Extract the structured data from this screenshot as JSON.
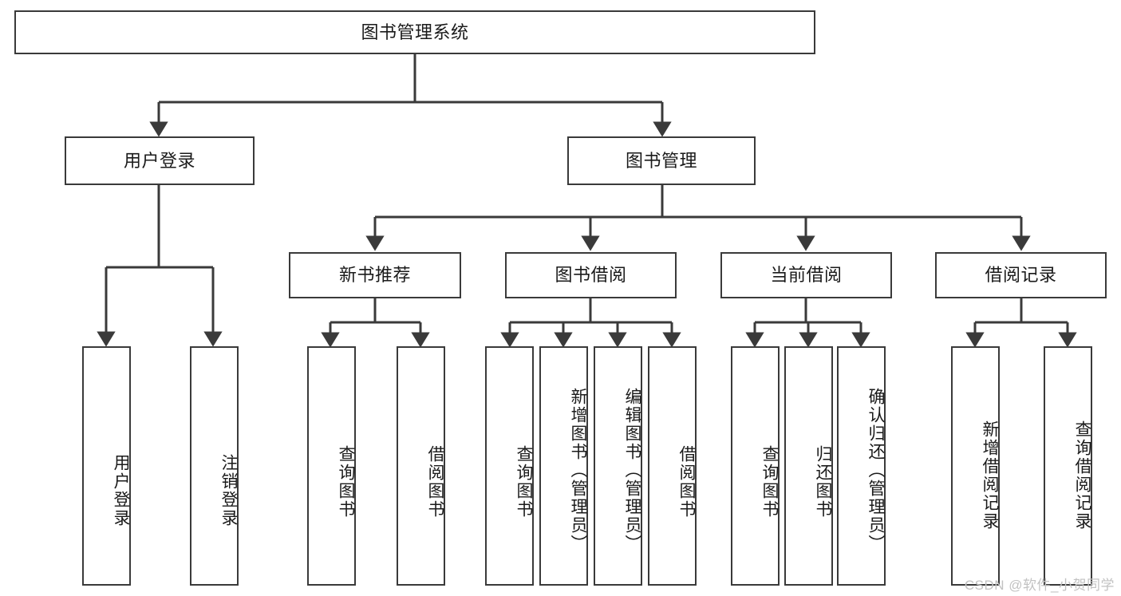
{
  "diagram": {
    "type": "tree-hierarchy-chart",
    "title": "图书管理系统",
    "watermark": "CSDN @软件_小贺同学",
    "line_color": "#3a3a3a",
    "box_fill": "#ffffff",
    "text_color": "#1a1a1a",
    "root": {
      "label": "图书管理系统"
    },
    "level2": [
      {
        "label": "用户登录"
      },
      {
        "label": "图书管理"
      }
    ],
    "level3": [
      {
        "label": "新书推荐"
      },
      {
        "label": "图书借阅"
      },
      {
        "label": "当前借阅"
      },
      {
        "label": "借阅记录"
      }
    ],
    "leaves": {
      "user_login": [
        {
          "label": "用户登录"
        },
        {
          "label": "注销登录"
        }
      ],
      "new_book_recommend": [
        {
          "label": "查询图书"
        },
        {
          "label": "借阅图书"
        }
      ],
      "book_borrow": [
        {
          "label": "查询图书"
        },
        {
          "label": "新增图书（管理员）"
        },
        {
          "label": "编辑图书（管理员）"
        },
        {
          "label": "借阅图书"
        }
      ],
      "current_borrow": [
        {
          "label": "查询图书"
        },
        {
          "label": "归还图书"
        },
        {
          "label": "确认归还（管理员）"
        }
      ],
      "borrow_record": [
        {
          "label": "新增借阅记录"
        },
        {
          "label": "查询借阅记录"
        }
      ]
    }
  }
}
